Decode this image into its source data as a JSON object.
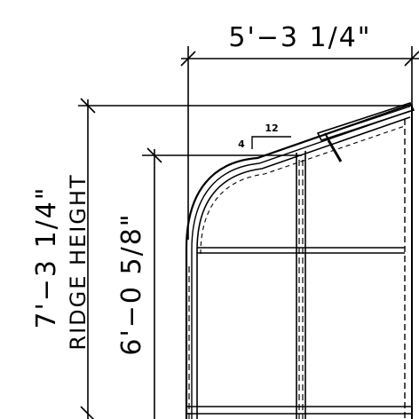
{
  "dimensions": {
    "width": "5'−3 1/4\"",
    "ridge_height_value": "7'−3 1/4\"",
    "ridge_height_label": "RIDGE HEIGHT",
    "eave_height": "6'−0 5/8\""
  },
  "pitch": {
    "rise": "4",
    "run": "12"
  }
}
